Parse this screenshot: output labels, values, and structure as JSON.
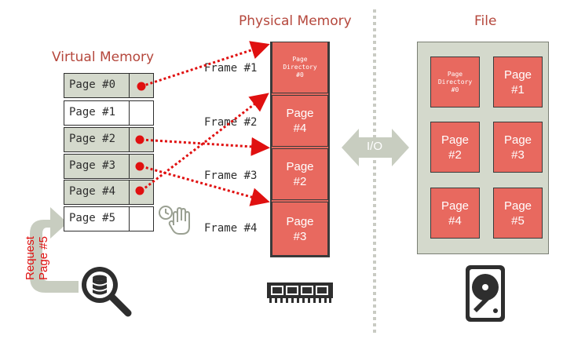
{
  "titles": {
    "virtual": "Virtual Memory",
    "physical": "Physical Memory",
    "file": "File"
  },
  "virtual_pages": [
    {
      "label": "Page #0"
    },
    {
      "label": "Page #1"
    },
    {
      "label": "Page #2"
    },
    {
      "label": "Page #3"
    },
    {
      "label": "Page #4"
    },
    {
      "label": "Page #5"
    }
  ],
  "frames": [
    "Frame #1",
    "Frame #2",
    "Frame #3",
    "Frame #4"
  ],
  "physical_cells": [
    {
      "l1": "Page",
      "l2": "Directory",
      "l3": "#0"
    },
    {
      "l1": "Page",
      "l2": "#4"
    },
    {
      "l1": "Page",
      "l2": "#2"
    },
    {
      "l1": "Page",
      "l2": "#3"
    }
  ],
  "file_cells": [
    {
      "l1": "Page",
      "l2": "Directory",
      "l3": "#0"
    },
    {
      "l1": "Page",
      "l2": "#1"
    },
    {
      "l1": "Page",
      "l2": "#2"
    },
    {
      "l1": "Page",
      "l2": "#3"
    },
    {
      "l1": "Page",
      "l2": "#4"
    },
    {
      "l1": "Page",
      "l2": "#5"
    }
  ],
  "io_label": "I/O",
  "request": {
    "line1": "Request",
    "line2": "Page #5"
  },
  "colors": {
    "accent": "#b5473c",
    "page_fill": "#e8695f",
    "shaded_row": "#d4d9cc",
    "arrow": "#e01010",
    "grey_shape": "#c8cdc0",
    "file_bg": "#d4d9cc",
    "divider": "#c9cbc3"
  },
  "icons": [
    "clock-icon",
    "hand-icon",
    "search-database-icon",
    "memory-chip-icon",
    "hard-drive-icon",
    "io-double-arrow-icon"
  ]
}
